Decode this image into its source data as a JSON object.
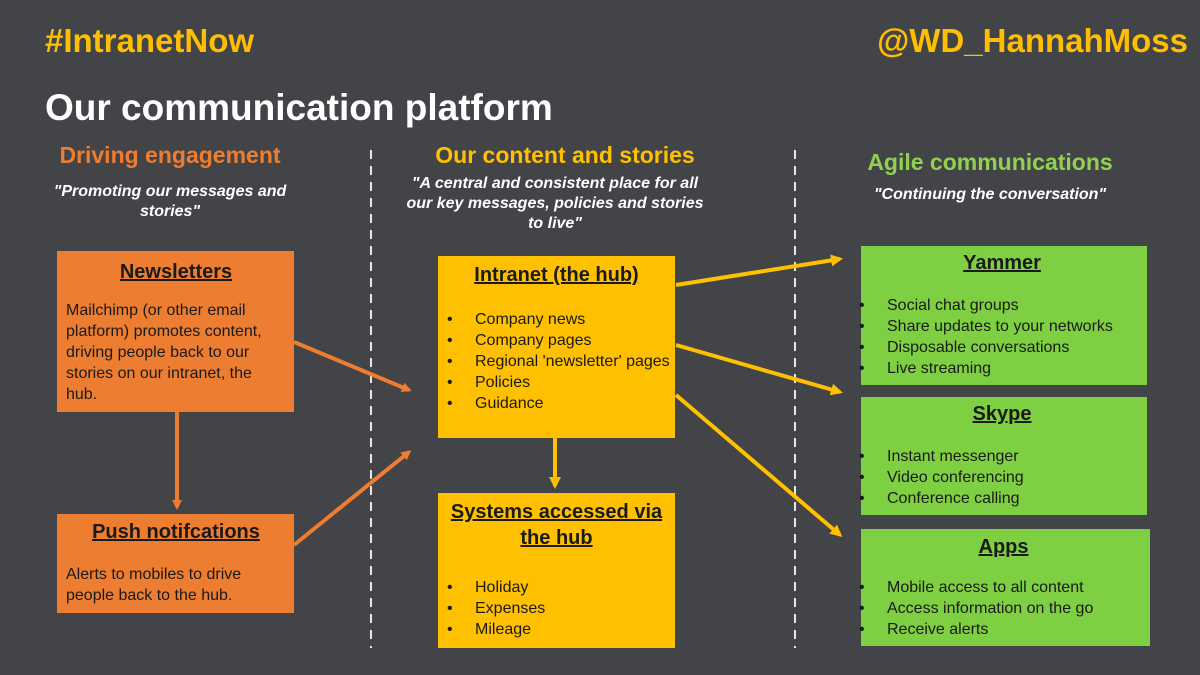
{
  "header": {
    "hashtag": "#IntranetNow",
    "handle": "@WD_HannahMoss",
    "title": "Our communication platform"
  },
  "colors": {
    "background": "#434448",
    "accent_yellow": "#ffbf00",
    "orange": "#ed7d31",
    "yellow": "#ffc000",
    "green": "#7fcf42",
    "green_text": "#92d050"
  },
  "columns": {
    "left": {
      "heading": "Driving engagement",
      "subtitle": "\"Promoting our messages and stories\"",
      "boxes": {
        "newsletters": {
          "title": "Newsletters",
          "text": "Mailchimp (or other email platform) promotes content, driving people back to our stories on our intranet, the hub."
        },
        "push": {
          "title": "Push notifcations",
          "text": "Alerts to mobiles to drive people back to the hub."
        }
      }
    },
    "middle": {
      "heading": "Our content and stories",
      "subtitle": "\"A central and consistent place for all our key messages, policies and stories to live\"",
      "boxes": {
        "intranet": {
          "title": "Intranet (the hub)",
          "items": [
            "Company news",
            "Company pages",
            "Regional 'newsletter' pages",
            "Policies",
            "Guidance"
          ]
        },
        "systems": {
          "title": "Systems accessed via the hub",
          "items": [
            "Holiday",
            "Expenses",
            "Mileage"
          ]
        }
      }
    },
    "right": {
      "heading": "Agile communications",
      "subtitle": "\"Continuing the conversation\"",
      "boxes": {
        "yammer": {
          "title": "Yammer",
          "items": [
            "Social chat groups",
            "Share updates to your networks",
            "Disposable conversations",
            "Live streaming"
          ]
        },
        "skype": {
          "title": "Skype",
          "items": [
            "Instant messenger",
            "Video conferencing",
            "Conference calling"
          ]
        },
        "apps": {
          "title": "Apps",
          "items": [
            "Mobile access to all content",
            "Access information on the go",
            "Receive alerts"
          ]
        }
      }
    }
  },
  "bullet_glyph": "•"
}
